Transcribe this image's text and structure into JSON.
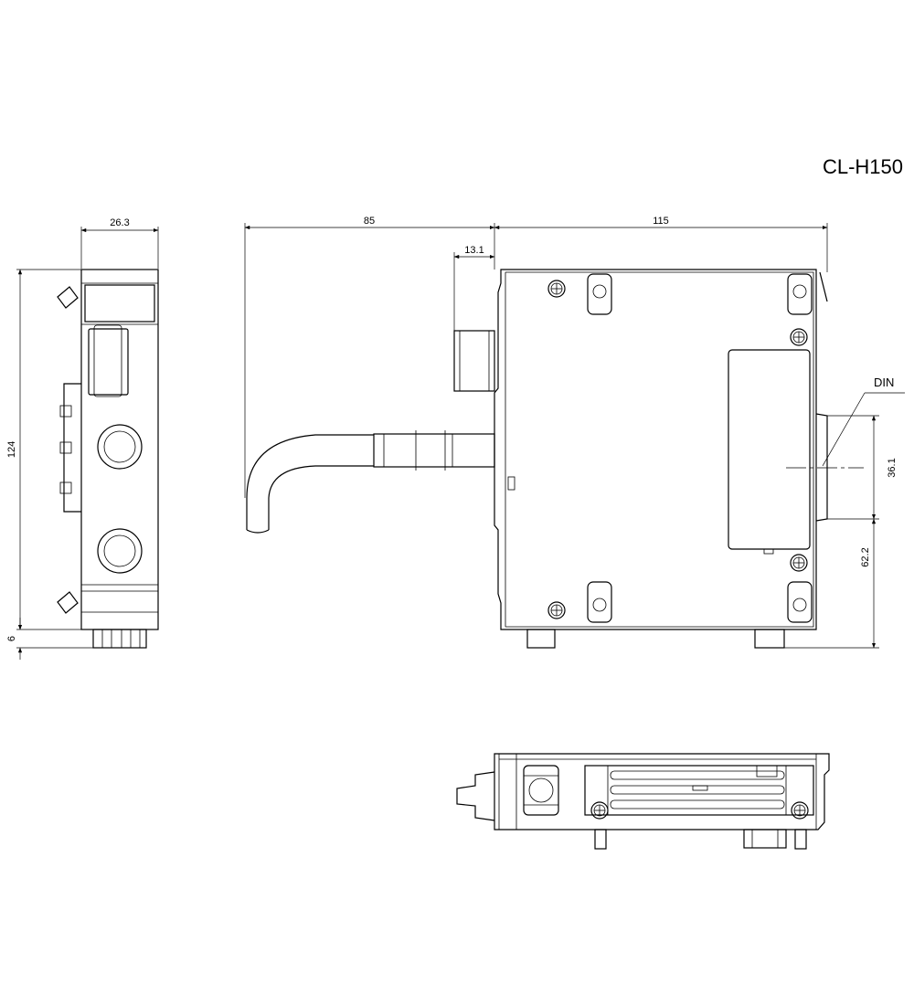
{
  "drawing": {
    "model": "CL-H150",
    "label_din": "DIN"
  },
  "dimensions": {
    "front_width": "26.3",
    "front_height": "124",
    "front_foot": "6",
    "cable_length": "85",
    "body_width": "115",
    "connector_depth": "13.1",
    "din_width": "36.1",
    "din_height": "62.2"
  }
}
